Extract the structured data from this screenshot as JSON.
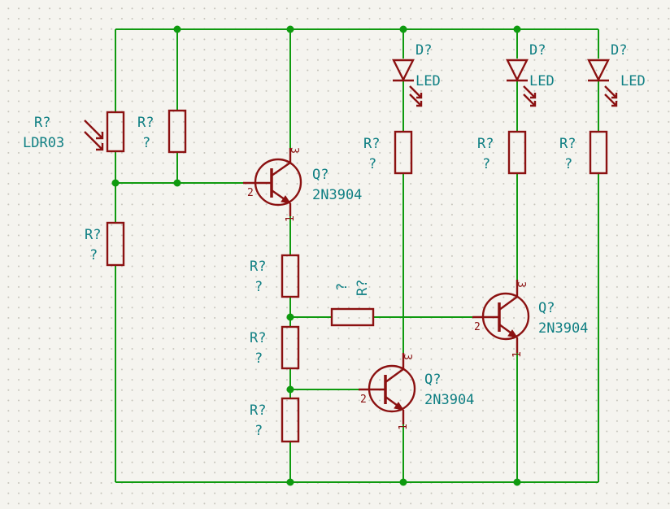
{
  "colors": {
    "wire": "#0f9a0f",
    "component": "#8b1111",
    "label": "#0f7f83",
    "background": "#f5f4ef"
  },
  "ldr": {
    "ref": "R?",
    "value": "LDR03"
  },
  "resistors": {
    "r_bias_top": {
      "ref": "R?",
      "value": "?"
    },
    "r_bias_bottom": {
      "ref": "R?",
      "value": "?"
    },
    "r_div1": {
      "ref": "R?",
      "value": "?"
    },
    "r_div2": {
      "ref": "R?",
      "value": "?"
    },
    "r_div3": {
      "ref": "R?",
      "value": "?"
    },
    "r_base_q2": {
      "ref": "R?",
      "value": "?"
    },
    "r_led1": {
      "ref": "R?",
      "value": "?"
    },
    "r_led2": {
      "ref": "R?",
      "value": "?"
    },
    "r_led3": {
      "ref": "R?",
      "value": "?"
    }
  },
  "leds": [
    {
      "ref": "D?",
      "value": "LED"
    },
    {
      "ref": "D?",
      "value": "LED"
    },
    {
      "ref": "D?",
      "value": "LED"
    }
  ],
  "transistors": [
    {
      "ref": "Q?",
      "value": "2N3904",
      "pin_b": "2",
      "pin_c": "3",
      "pin_e": "1"
    },
    {
      "ref": "Q?",
      "value": "2N3904",
      "pin_b": "2",
      "pin_c": "3",
      "pin_e": "1"
    },
    {
      "ref": "Q?",
      "value": "2N3904",
      "pin_b": "2",
      "pin_c": "3",
      "pin_e": "1"
    }
  ]
}
